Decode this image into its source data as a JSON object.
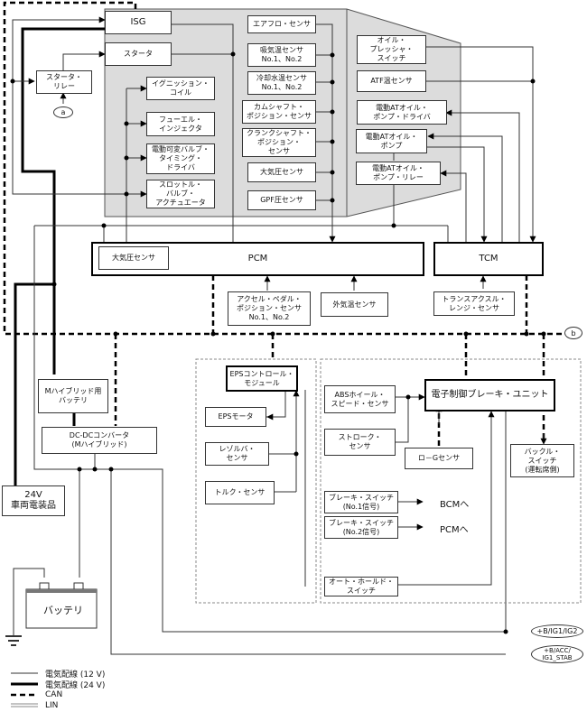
{
  "engine_group": {
    "isg": "ISG",
    "starter": "スタータ",
    "starter_relay": "スタータ・\nリレー",
    "ignition_coil": "イグニッション・\nコイル",
    "fuel_injector": "フューエル・\nインジェクタ",
    "vvt_driver": "電動可変バルブ・\nタイミング・\nドライバ",
    "throttle_actuator": "スロットル・\nバルブ・\nアクチュエータ"
  },
  "sensors": {
    "airflow": "エアフロ・センサ",
    "intake_temp": "吸気温センサ\nNo.1、No.2",
    "coolant_temp": "冷却水温センサ\nNo.1、No.2",
    "camshaft": "カムシャフト・\nポジション・センサ",
    "crankshaft": "クランクシャフト・\nポジション・\nセンサ",
    "baro": "大気圧センサ",
    "gpf": "GPF圧センサ"
  },
  "transmission_group": {
    "oil_pressure_switch": "オイル・\nプレッシャ・\nスイッチ",
    "atf_temp": "ATF温センサ",
    "pump_driver": "電動ATオイル・\nポンプ・ドライバ",
    "pump": "電動ATオイル・\nポンプ",
    "pump_relay": "電動ATオイル・\nポンプ・リレー"
  },
  "controllers": {
    "pcm": "PCM",
    "pcm_baro": "大気圧センサ",
    "tcm": "TCM",
    "accel_pedal": "アクセル・ペダル・\nポジション・センサ\nNo.1、No.2",
    "ambient_temp": "外気温センサ",
    "range_sensor": "トランスアクスル・\nレンジ・センサ"
  },
  "power": {
    "mhybrid_battery": "Mハイブリッド用\nバッテリ",
    "dcdc": "DC-DCコンバータ\n(Mハイブリッド)",
    "equip_24v": "24V\n車両電装品",
    "battery": "バッテリ"
  },
  "eps": {
    "module": "EPSコントロール・\nモジュール",
    "motor": "EPSモータ",
    "resolver": "レゾルバ・\nセンサ",
    "torque": "トルク・センサ"
  },
  "brake": {
    "unit": "電子制御ブレーキ・ユニット",
    "abs_sensor": "ABSホイール・\nスピード・センサ",
    "stroke": "ストローク・\nセンサ",
    "low_g": "ロ－Gセンサ",
    "buckle": "バックル・\nスイッチ\n(運転席側)",
    "brake_sw1": "ブレーキ・スイッチ\n(No.1信号)",
    "brake_sw2": "ブレーキ・スイッチ\n(No.2信号)",
    "to_bcm": "BCMへ",
    "to_pcm": "PCMへ",
    "auto_hold": "オート・ホールド・\nスイッチ"
  },
  "connectors": {
    "a": "a",
    "b": "b",
    "b_ig": "+B/IG1/IG2",
    "b_acc": "+B/ACC/\nIG1_STAB"
  },
  "legend": [
    {
      "style": "thin",
      "label": "電気配線 (12 V)"
    },
    {
      "style": "thick",
      "label": "電気配線 (24 V)"
    },
    {
      "style": "dashed",
      "label": "CAN"
    },
    {
      "style": "double",
      "label": "LIN"
    }
  ],
  "colors": {
    "panel_fill": "#dcdcdc",
    "wire": "#333333",
    "lin": "#888888"
  }
}
